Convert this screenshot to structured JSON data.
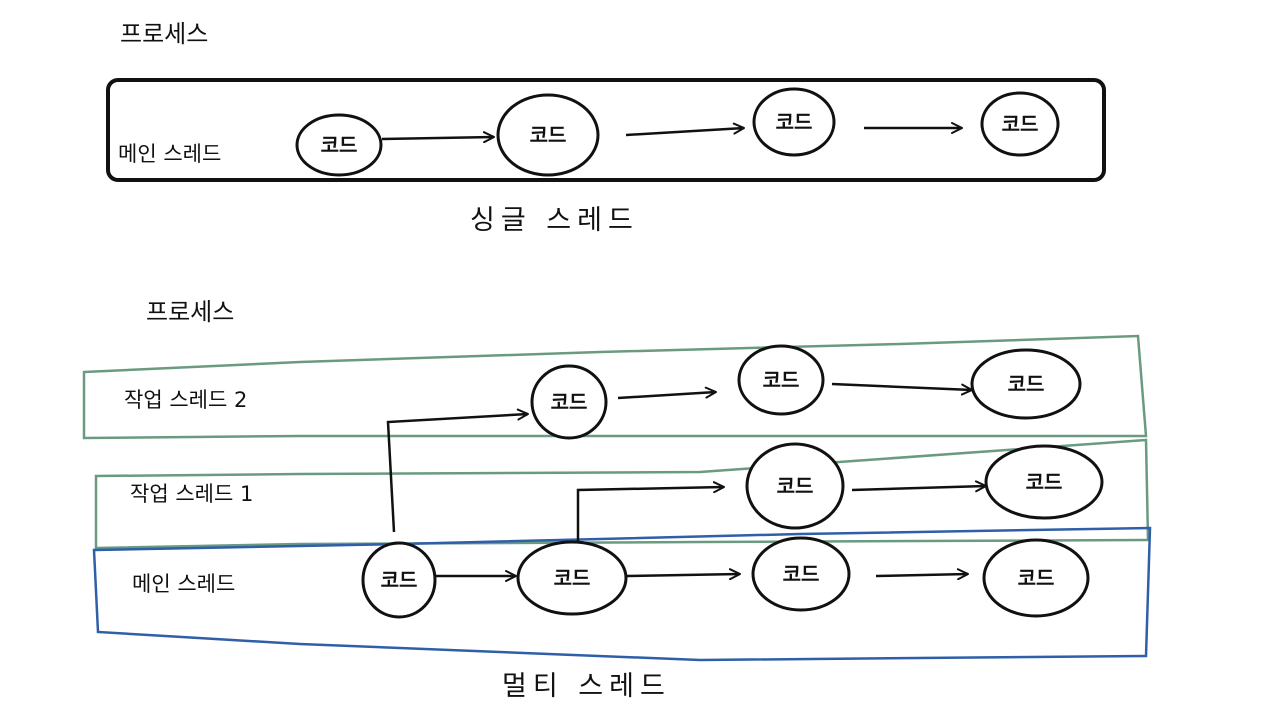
{
  "colors": {
    "ink": "#111111",
    "worker_thread_2_border": "#6a9a80",
    "worker_thread_1_border": "#6a9a80",
    "main_thread_border": "#2f5fa8"
  },
  "single_thread": {
    "process_title": "프로세스",
    "main_thread_label": "메인 스레드",
    "caption": "싱글 스레드",
    "nodes": [
      "코드",
      "코드",
      "코드",
      "코드"
    ]
  },
  "multi_thread": {
    "process_title": "프로세스",
    "worker_thread_2_label": "작업 스레드 2",
    "worker_thread_1_label": "작업 스레드 1",
    "main_thread_label": "메인 스레드",
    "caption": "멀티 스레드",
    "worker_thread_2_nodes": [
      "코드",
      "코드",
      "코드"
    ],
    "worker_thread_1_nodes": [
      "코드",
      "코드"
    ],
    "main_thread_nodes": [
      "코드",
      "코드",
      "코드",
      "코드"
    ]
  }
}
